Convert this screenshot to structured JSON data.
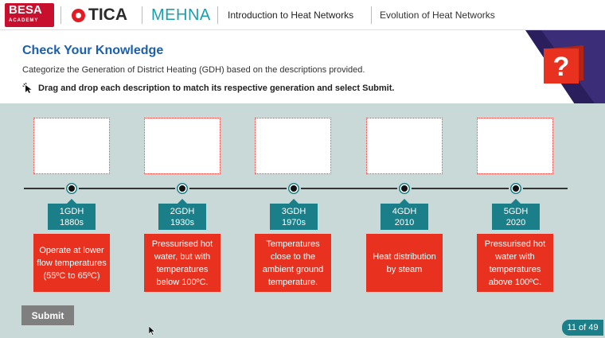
{
  "header": {
    "logo_besa": "BESA",
    "logo_besa_sub": "ACADEMY",
    "logo_tica": "TICA",
    "logo_mehna": "MEHNA",
    "nav_course": "Introduction to Heat Networks",
    "nav_module": "Evolution of Heat Networks"
  },
  "main": {
    "title": "Check Your Knowledge",
    "subtitle": "Categorize the Generation of District Heating (GDH) based on the descriptions provided.",
    "instruction": "Drag and drop each description to match its respective generation and select Submit."
  },
  "generations": [
    {
      "name": "1GDH",
      "year": "1880s"
    },
    {
      "name": "2GDH",
      "year": "1930s"
    },
    {
      "name": "3GDH",
      "year": "1970s"
    },
    {
      "name": "4GDH",
      "year": "2010"
    },
    {
      "name": "5GDH",
      "year": "2020"
    }
  ],
  "cards": [
    "Operate at lower flow temperatures (55ºC to 65ºC)",
    "Pressurised hot water, but with temperatures below 100ºC.",
    "Temperatures close to the ambient ground temperature.",
    "Heat distribution by steam",
    "Pressurised hot water with temperatures above 100ºC."
  ],
  "controls": {
    "submit_label": "Submit",
    "page_counter": "11 of 49"
  },
  "icons": {
    "help": "question-mark-icon",
    "instruction": "click-cursor-icon"
  },
  "colors": {
    "accent_teal": "#1a7f88",
    "card_red": "#e8311f",
    "title_blue": "#1d5fa8",
    "board_bg": "#c9d9d8"
  }
}
